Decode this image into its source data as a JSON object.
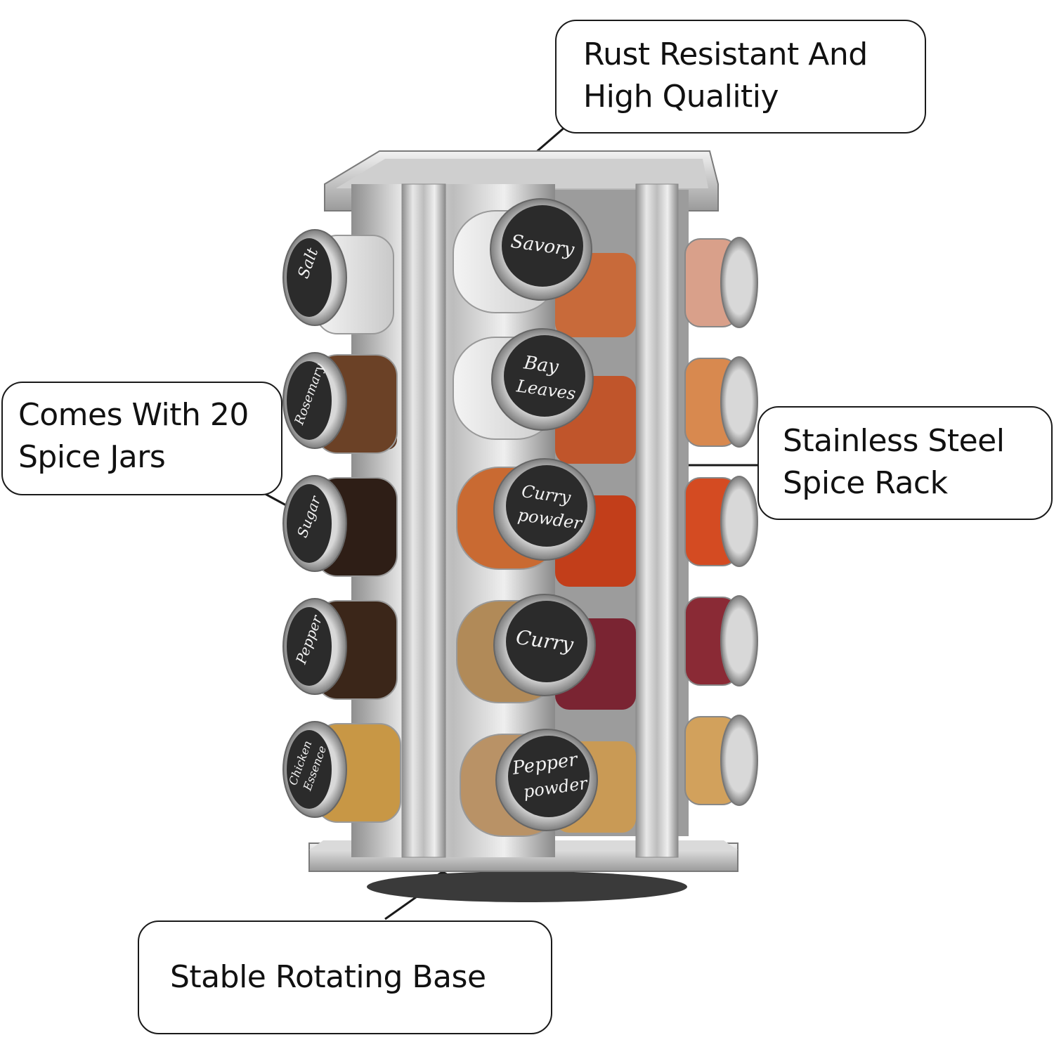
{
  "callouts": {
    "top": {
      "line1": "Rust Resistant And",
      "line2": "High Qualitiy"
    },
    "left": {
      "line1": "Comes With 20",
      "line2": "Spice Jars"
    },
    "right": {
      "line1": "Stainless Steel",
      "line2": "Spice Rack"
    },
    "bottom": {
      "line1": "Stable Rotating Base"
    }
  },
  "jar_labels": {
    "front": [
      {
        "line1": "Savory",
        "line2": ""
      },
      {
        "line1": "Bay",
        "line2": "Leaves"
      },
      {
        "line1": "Curry",
        "line2": "powder"
      },
      {
        "line1": "Curry",
        "line2": ""
      },
      {
        "line1": "Pepper",
        "line2": "powder"
      }
    ],
    "left": [
      {
        "line1": "Salt",
        "line2": ""
      },
      {
        "line1": "Rosemary",
        "line2": ""
      },
      {
        "line1": "Sugar",
        "line2": ""
      },
      {
        "line1": "Pepper",
        "line2": ""
      },
      {
        "line1": "Chicken",
        "line2": "Essence"
      }
    ]
  },
  "colors": {
    "steel_light": "#e4e4e4",
    "steel_dark": "#8c8c8c",
    "lid_black": "#2b2b2b",
    "outline": "#1a1a1a"
  }
}
